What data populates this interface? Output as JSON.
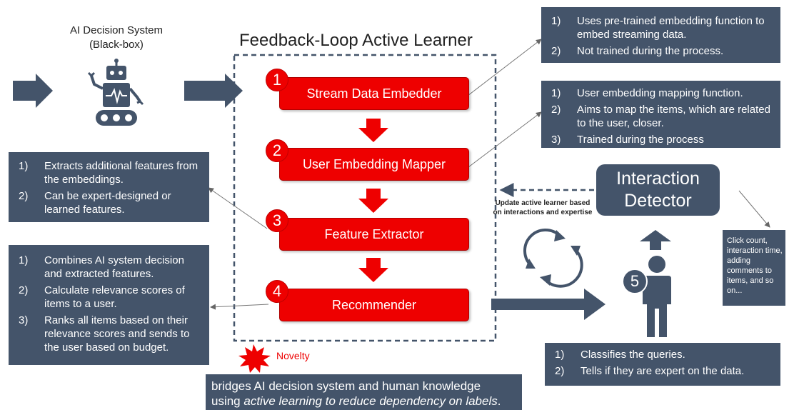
{
  "ai_system": {
    "line1": "AI Decision System",
    "line2": "(Black-box)"
  },
  "learner_title": "Feedback-Loop Active Learner",
  "steps": [
    {
      "num": "1",
      "label": "Stream Data Embedder"
    },
    {
      "num": "2",
      "label": "User Embedding Mapper"
    },
    {
      "num": "3",
      "label": "Feature Extractor"
    },
    {
      "num": "4",
      "label": "Recommender"
    }
  ],
  "embedder_notes": [
    {
      "num": "1)",
      "text": "Uses pre-trained embedding function to embed streaming data."
    },
    {
      "num": "2)",
      "text": "Not trained during the process."
    }
  ],
  "mapper_notes": [
    {
      "num": "1)",
      "text": "User embedding mapping function."
    },
    {
      "num": "2)",
      "text": "Aims to map the items, which are related to the user, closer."
    },
    {
      "num": "3)",
      "text": "Trained during the process"
    }
  ],
  "feature_notes": [
    {
      "num": "1)",
      "text": "Extracts additional features from the embeddings."
    },
    {
      "num": "2)",
      "text": "Can be expert-designed or learned features."
    }
  ],
  "recommender_notes": [
    {
      "num": "1)",
      "text": "Combines AI system decision and extracted features."
    },
    {
      "num": "2)",
      "text": "Calculate relevance scores of items to a user."
    },
    {
      "num": "3)",
      "text": "Ranks all items based on their relevance scores and sends to the user based on budget."
    }
  ],
  "interaction_detector": {
    "line1": "Interaction",
    "line2": "Detector"
  },
  "update_text": "Update active learner based on interactions and expertise",
  "click_note": "Click count, interaction time, adding comments to items, and so on...",
  "user_step": "5",
  "user_notes": [
    {
      "num": "1)",
      "text": "Classifies the queries."
    },
    {
      "num": "2)",
      "text": "Tells if they are expert on the data."
    }
  ],
  "novelty_label": "Novelty",
  "novelty_line1": "bridges AI decision system and human knowledge",
  "novelty_line2_prefix": "using ",
  "novelty_line2_italic": "active learning to reduce dependency on labels",
  "novelty_line2_suffix": ".",
  "colors": {
    "dark_box": "#44546a",
    "red": "#ee0000"
  }
}
